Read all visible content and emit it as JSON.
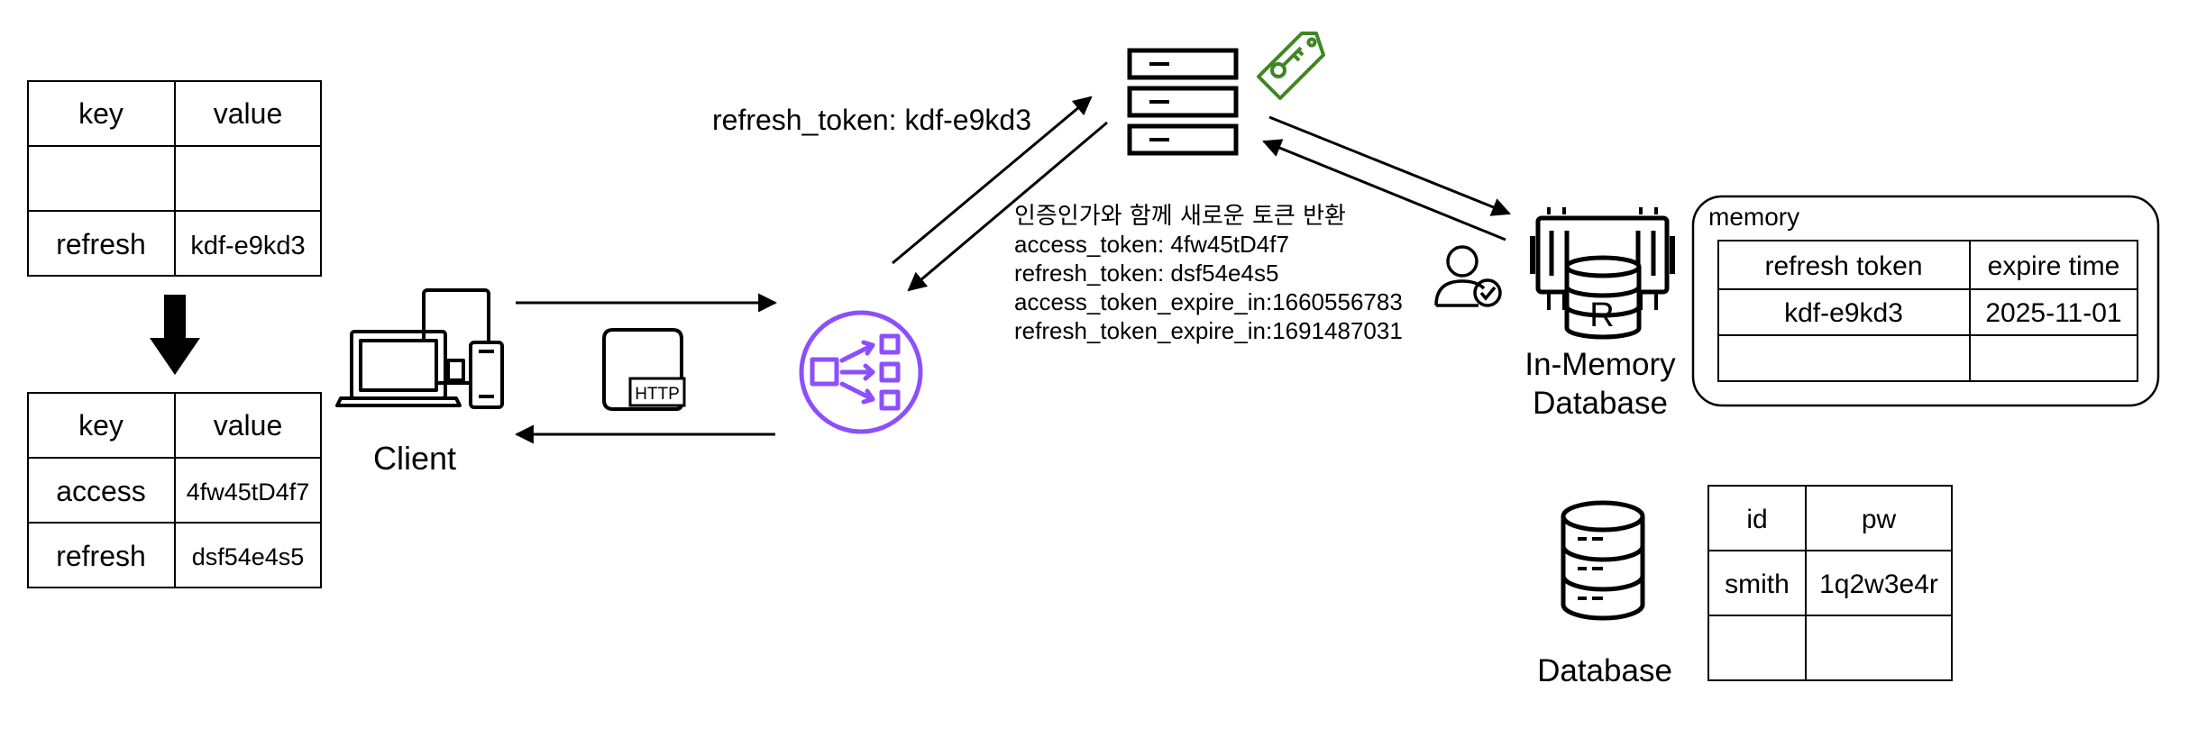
{
  "client_before_table": {
    "headers": [
      "key",
      "value"
    ],
    "rows": [
      [
        "",
        ""
      ],
      [
        "refresh",
        "kdf-e9kd3"
      ]
    ]
  },
  "client_after_table": {
    "headers": [
      "key",
      "value"
    ],
    "rows": [
      [
        "access",
        "4fw45tD4f7"
      ],
      [
        "refresh",
        "dsf54e4s5"
      ]
    ]
  },
  "client_label": "Client",
  "http_label": "HTTP",
  "request_label": "refresh_token: kdf-e9kd3",
  "response_lines": [
    "인증인가와 함께 새로운 토큰 반환",
    "access_token: 4fw45tD4f7",
    "refresh_token: dsf54e4s5",
    "access_token_expire_in:1660556783",
    "refresh_token_expire_in:1691487031"
  ],
  "redis_icon_letter": "R",
  "inmemory_label": [
    "In-Memory",
    "Database"
  ],
  "memory_box": {
    "title": "memory",
    "headers": [
      "refresh token",
      "expire time"
    ],
    "rows": [
      [
        "kdf-e9kd3",
        "2025-11-01"
      ],
      [
        "",
        ""
      ]
    ]
  },
  "database_label": "Database",
  "db_table": {
    "headers": [
      "id",
      "pw"
    ],
    "rows": [
      [
        "smith",
        "1q2w3e4r"
      ],
      [
        "",
        ""
      ]
    ]
  },
  "colors": {
    "line": "#000000",
    "load_balancer": "#8C4FFF",
    "tag_icon": "#3F8624"
  },
  "icons": [
    "down-arrow-icon",
    "client-devices-icon",
    "http-document-icon",
    "load-balancer-icon",
    "server-stack-icon",
    "key-tag-icon",
    "user-check-icon",
    "redis-memory-icon",
    "database-icon"
  ]
}
